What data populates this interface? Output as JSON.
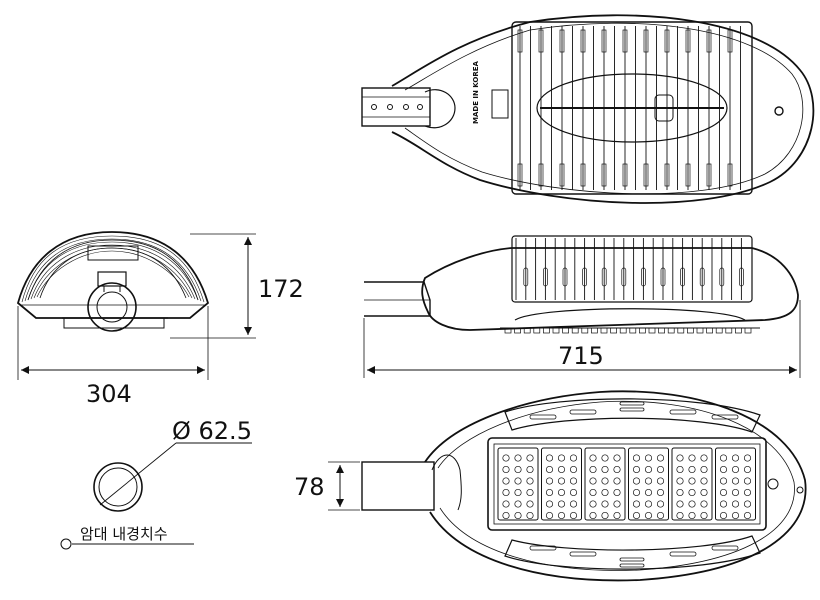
{
  "dimensions": {
    "height": "172",
    "front_width": "304",
    "length": "715",
    "pipe_diameter": "Ø 62.5",
    "pole_height": "78"
  },
  "notes": {
    "pipe_label": "암대 내경치수",
    "top_label": "MADE IN KOREA"
  },
  "colors": {
    "line": "#111111",
    "background": "#ffffff"
  },
  "icons": {
    "arrow": "dimension-arrow-icon",
    "bullet": "circle-bullet-icon"
  }
}
